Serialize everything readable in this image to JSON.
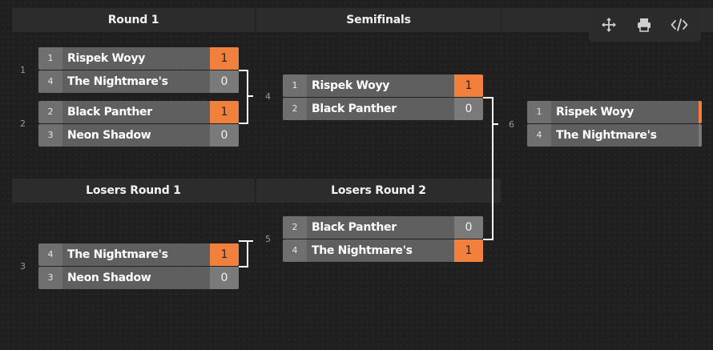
{
  "rounds": {
    "round1": "Round 1",
    "semifinals": "Semifinals",
    "losers1": "Losers Round 1",
    "losers2": "Losers Round 2"
  },
  "matches": [
    {
      "number": "1",
      "teams": [
        {
          "seed": "1",
          "name": "Rispek Woyy",
          "score": "1",
          "winner": true
        },
        {
          "seed": "4",
          "name": "The Nightmare's",
          "score": "0",
          "winner": false
        }
      ]
    },
    {
      "number": "2",
      "teams": [
        {
          "seed": "2",
          "name": "Black Panther",
          "score": "1",
          "winner": true
        },
        {
          "seed": "3",
          "name": "Neon Shadow",
          "score": "0",
          "winner": false
        }
      ]
    },
    {
      "number": "4",
      "teams": [
        {
          "seed": "1",
          "name": "Rispek Woyy",
          "score": "1",
          "winner": true
        },
        {
          "seed": "2",
          "name": "Black Panther",
          "score": "0",
          "winner": false
        }
      ]
    },
    {
      "number": "6",
      "teams": [
        {
          "seed": "1",
          "name": "Rispek Woyy",
          "winner": true
        },
        {
          "seed": "4",
          "name": "The Nightmare's",
          "winner": false
        }
      ]
    },
    {
      "number": "3",
      "teams": [
        {
          "seed": "4",
          "name": "The Nightmare's",
          "score": "1",
          "winner": true
        },
        {
          "seed": "3",
          "name": "Neon Shadow",
          "score": "0",
          "winner": false
        }
      ]
    },
    {
      "number": "5",
      "teams": [
        {
          "seed": "2",
          "name": "Black Panther",
          "score": "0",
          "winner": false
        },
        {
          "seed": "4",
          "name": "The Nightmare's",
          "score": "1",
          "winner": true
        }
      ]
    }
  ],
  "toolbar": {
    "icons": [
      "move-icon",
      "print-icon",
      "embed-code-icon"
    ]
  },
  "colors": {
    "win": "#f0803c",
    "team_bg": "#5f5f5f",
    "connector": "#ffffff"
  }
}
